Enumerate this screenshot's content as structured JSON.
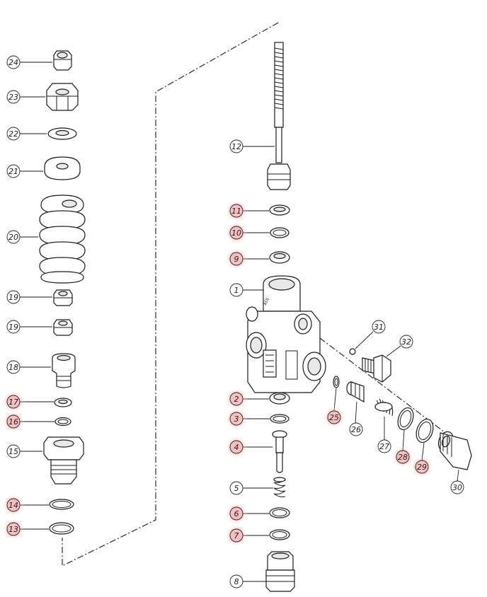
{
  "callouts": {
    "p1": "1",
    "p2": "2",
    "p3": "3",
    "p4": "4",
    "p5": "5",
    "p6": "6",
    "p7": "7",
    "p8": "8",
    "p9": "9",
    "p10": "10",
    "p11": "11",
    "p12": "12",
    "p13": "13",
    "p14": "14",
    "p15": "15",
    "p16": "16",
    "p17": "17",
    "p18": "18",
    "p19a": "19",
    "p19b": "19",
    "p20": "20",
    "p21": "21",
    "p22": "22",
    "p23": "23",
    "p24": "24",
    "p25": "25",
    "p26": "26",
    "p27": "27",
    "p28": "28",
    "p29": "29",
    "p30": "30",
    "p31": "31",
    "p32": "32"
  },
  "highlight_color": "#f4a6a6"
}
